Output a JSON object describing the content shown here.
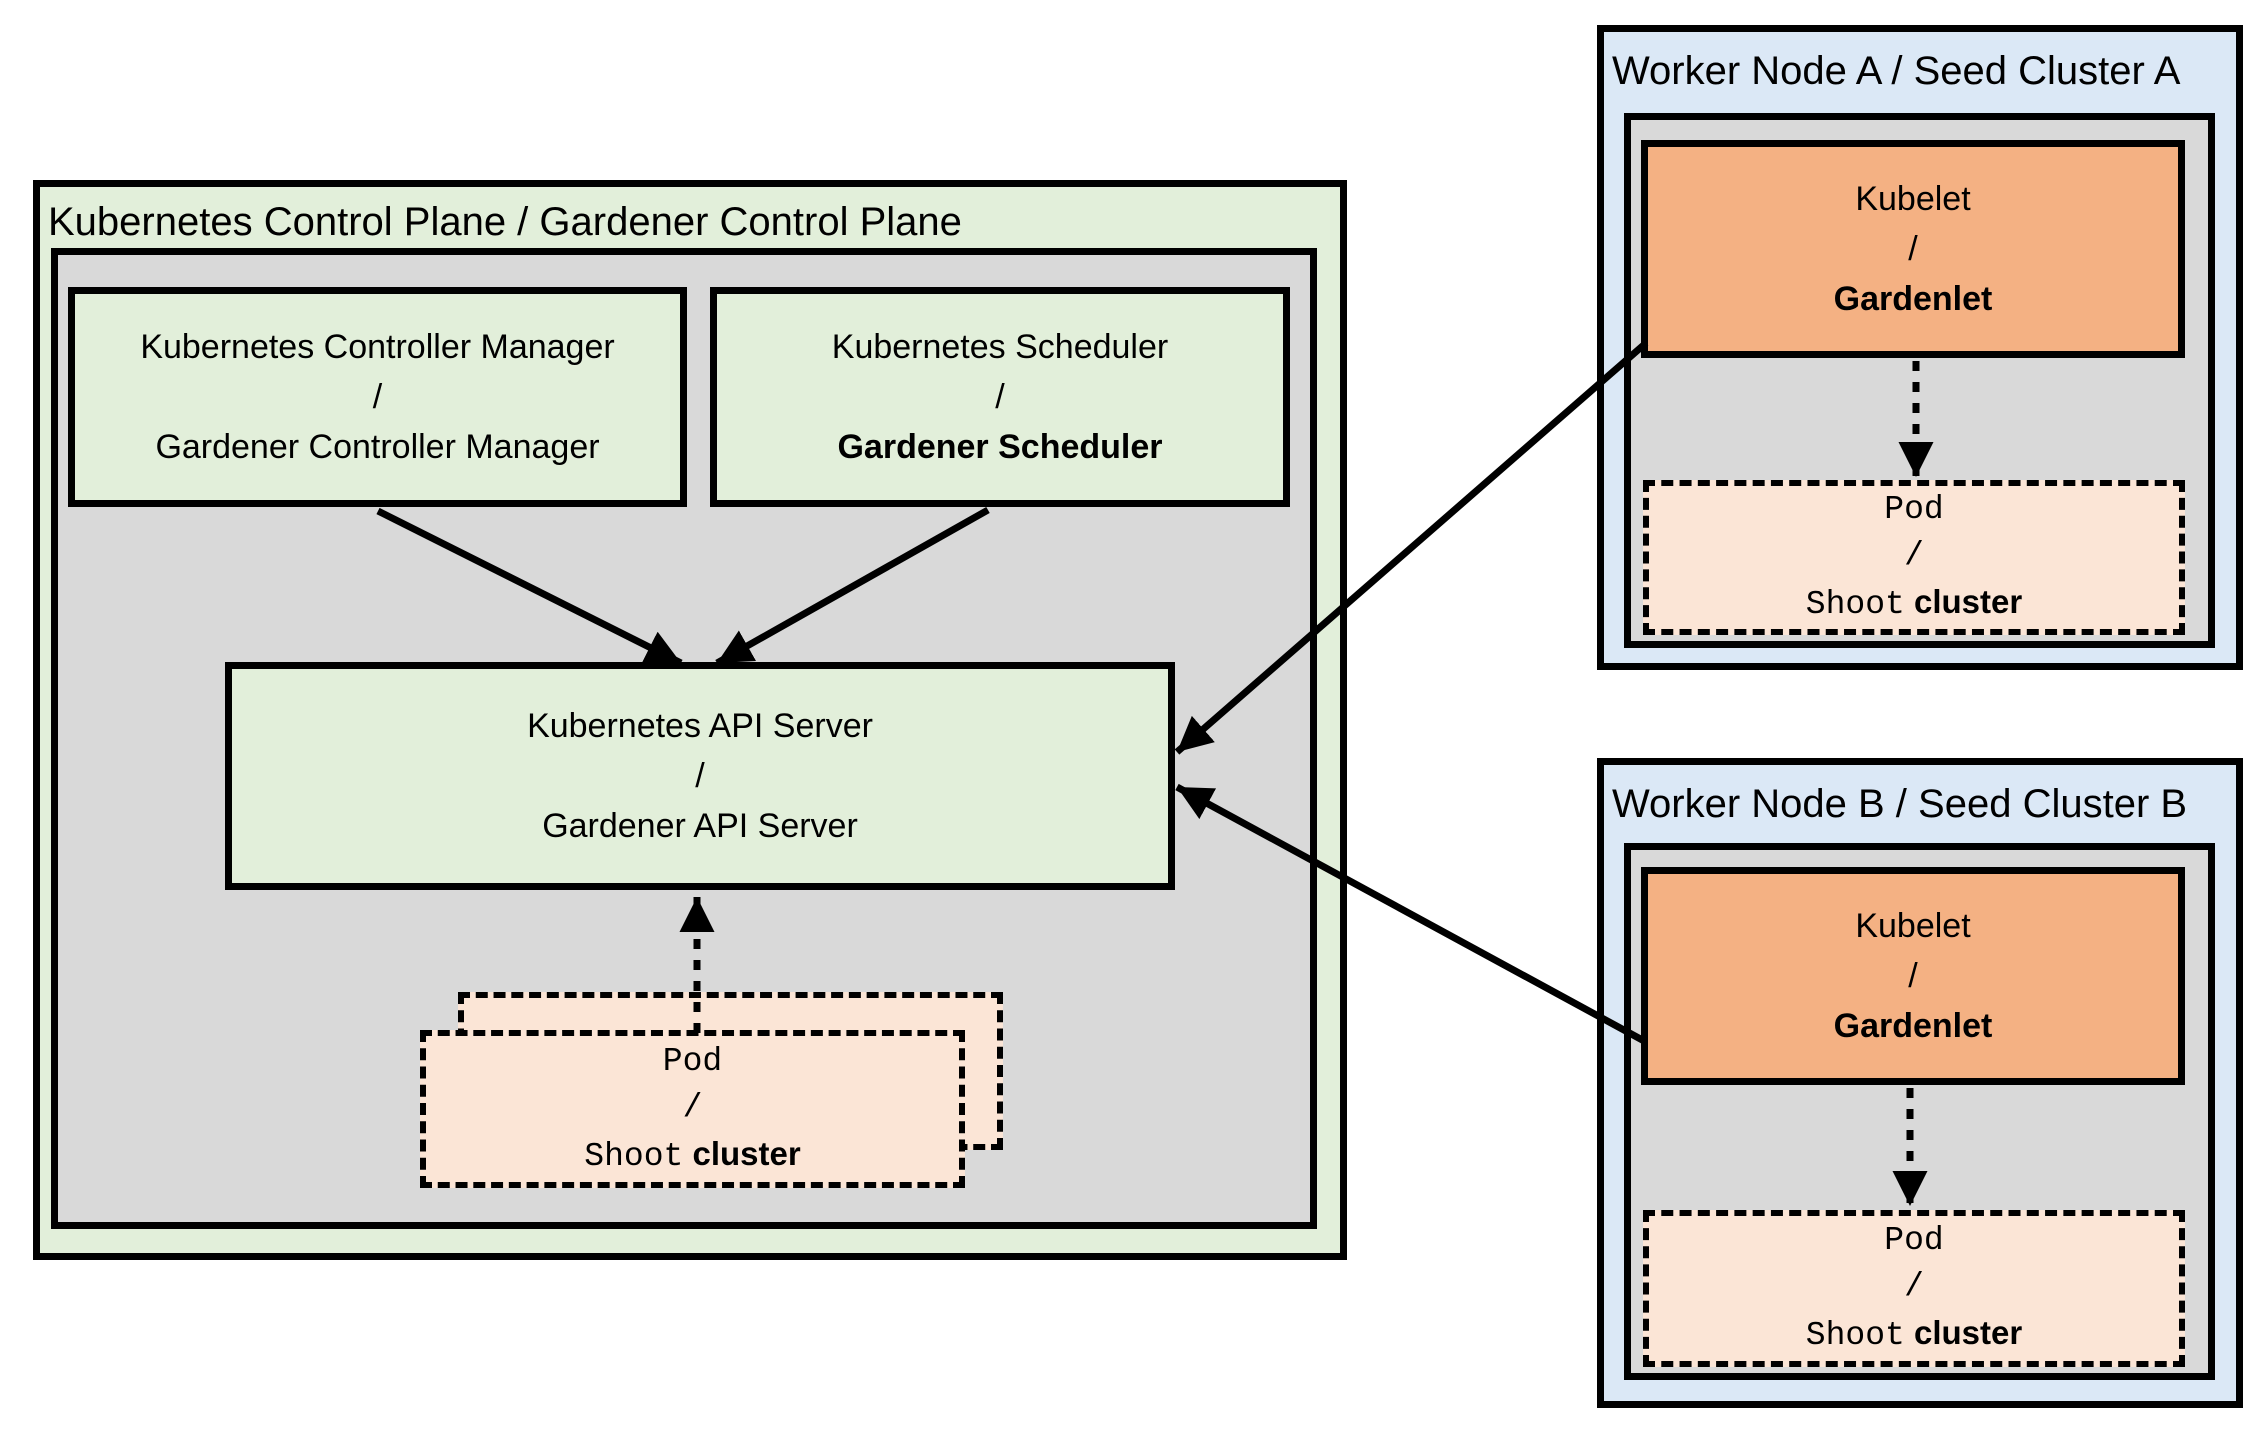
{
  "diagram": {
    "control_plane": {
      "title": "Kubernetes Control Plane / Gardener Control Plane",
      "controller_manager": {
        "line1": "Kubernetes Controller Manager",
        "separator": "/",
        "line2": "Gardener Controller Manager"
      },
      "scheduler": {
        "line1": "Kubernetes Scheduler",
        "separator": "/",
        "line2": "Gardener Scheduler"
      },
      "api_server": {
        "line1": "Kubernetes API Server",
        "separator": "/",
        "line2": "Gardener API Server"
      },
      "pod_stack": {
        "line1": "Pod",
        "separator": "/",
        "line2_code": "Shoot",
        "line2_text": "cluster"
      }
    },
    "worker_node_a": {
      "title": "Worker Node A / Seed Cluster A",
      "kubelet": {
        "line1": "Kubelet",
        "separator": "/",
        "line2": "Gardenlet"
      },
      "pod": {
        "line1": "Pod",
        "separator": "/",
        "line2_code": "Shoot",
        "line2_text": "cluster"
      }
    },
    "worker_node_b": {
      "title": "Worker Node B / Seed Cluster B",
      "kubelet": {
        "line1": "Kubelet",
        "separator": "/",
        "line2": "Gardenlet"
      },
      "pod": {
        "line1": "Pod",
        "separator": "/",
        "line2_code": "Shoot",
        "line2_text": "cluster"
      }
    },
    "colors": {
      "light_green": "#e2efda",
      "gray": "#d9d9d9",
      "orange": "#f4b183",
      "peach": "#fbe5d6",
      "light_blue": "#dbe8f6",
      "line_black": "#000000"
    }
  }
}
